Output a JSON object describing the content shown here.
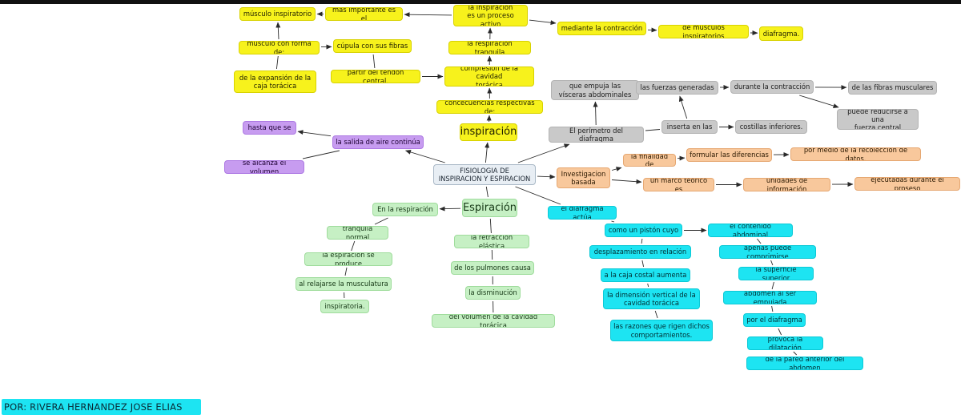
{
  "author": "POR: RIVERA HERNANDEZ JOSE ELIAS",
  "colors": {
    "yellow": "#f7f21c",
    "gray": "#c9c9c9",
    "orange": "#f8c89c",
    "purple": "#c79cf0",
    "green": "#c6f0c4",
    "cyan": "#1de4f2",
    "center": "#e8eef4",
    "connector": "#2a2a2a"
  },
  "nodes": [
    {
      "id": "center",
      "text": "FISIOLOGIA DE\nINSPIRACION Y ESPIRACION",
      "color": "center"
    },
    {
      "id": "insp",
      "text": "inspiración",
      "color": "yellow"
    },
    {
      "id": "conse",
      "text": "concecuencias respectivas de:",
      "color": "yellow"
    },
    {
      "id": "compre",
      "text": "compresión de la cavidad\ntorácica",
      "color": "yellow"
    },
    {
      "id": "tranq",
      "text": "la respiración tranquila",
      "color": "yellow"
    },
    {
      "id": "proceso",
      "text": "la inspiración\nes un proceso activo",
      "color": "yellow"
    },
    {
      "id": "masimp",
      "text": "más importante es el",
      "color": "yellow"
    },
    {
      "id": "muscinsp",
      "text": "músculo inspiratorio",
      "color": "yellow"
    },
    {
      "id": "forma",
      "text": "musculo con forma de:",
      "color": "yellow"
    },
    {
      "id": "expan",
      "text": "de la expansión de la\ncaja torácica",
      "color": "yellow"
    },
    {
      "id": "cupula",
      "text": "cúpula con sus fibras",
      "color": "yellow"
    },
    {
      "id": "tendon",
      "text": "partir del tendón central.",
      "color": "yellow"
    },
    {
      "id": "mediante",
      "text": "mediante la contracción",
      "color": "yellow"
    },
    {
      "id": "musinsps",
      "text": "de músculos inspiratorios",
      "color": "yellow"
    },
    {
      "id": "diaf",
      "text": "diafragma.",
      "color": "yellow"
    },
    {
      "id": "perim",
      "text": "El perímetro del diafragma",
      "color": "gray"
    },
    {
      "id": "empuja",
      "text": "que empuja las\nvísceras abdominales",
      "color": "gray"
    },
    {
      "id": "inserta",
      "text": "inserta en las",
      "color": "gray"
    },
    {
      "id": "costillas",
      "text": "costillas inferiores.",
      "color": "gray"
    },
    {
      "id": "fuerzas",
      "text": "las fuerzas generadas",
      "color": "gray"
    },
    {
      "id": "durante",
      "text": "durante la contracción",
      "color": "gray"
    },
    {
      "id": "fibras",
      "text": "de las fibras musculares",
      "color": "gray"
    },
    {
      "id": "reducir",
      "text": "puede reducirse a una\nfuerza central",
      "color": "gray"
    },
    {
      "id": "invest",
      "text": "Investigacion\nbasada",
      "color": "orange"
    },
    {
      "id": "finalidad",
      "text": "la finalidad de",
      "color": "orange"
    },
    {
      "id": "formular",
      "text": "formular las diferencias",
      "color": "orange"
    },
    {
      "id": "recoleccion",
      "text": "por medio de la recolección de datos.",
      "color": "orange"
    },
    {
      "id": "marco",
      "text": "un marco teorico es",
      "color": "orange"
    },
    {
      "id": "unidades",
      "text": "unidades de información",
      "color": "orange"
    },
    {
      "id": "ejecutadas",
      "text": "ejecutadas durante el proseso",
      "color": "orange"
    },
    {
      "id": "salida",
      "text": "la salida de aire continúa",
      "color": "purple"
    },
    {
      "id": "hasta",
      "text": "hasta que se",
      "color": "purple"
    },
    {
      "id": "alcanza",
      "text": "se alcanza el volumen",
      "color": "purple"
    },
    {
      "id": "esp",
      "text": "Espiración",
      "color": "green"
    },
    {
      "id": "enresp",
      "text": "En la respiración",
      "color": "green"
    },
    {
      "id": "tnormal",
      "text": "tranquila normal",
      "color": "green"
    },
    {
      "id": "produce",
      "text": "la espiración se produce",
      "color": "green"
    },
    {
      "id": "relajarse",
      "text": "al relajarse la musculatura",
      "color": "green"
    },
    {
      "id": "inspiratoria",
      "text": "inspiratoria.",
      "color": "green"
    },
    {
      "id": "retraccion",
      "text": "la retracción elástica",
      "color": "green"
    },
    {
      "id": "pulmones",
      "text": "de los pulmones causa",
      "color": "green"
    },
    {
      "id": "disminucion",
      "text": "la disminución",
      "color": "green"
    },
    {
      "id": "volcav",
      "text": "del volumen de la cavidad torácica",
      "color": "green"
    },
    {
      "id": "actua",
      "text": "el diafragma actúa",
      "color": "cyan"
    },
    {
      "id": "piston",
      "text": "como un pistón cuyo",
      "color": "cyan"
    },
    {
      "id": "desplaz",
      "text": "desplazamiento en relación",
      "color": "cyan"
    },
    {
      "id": "cajacostal",
      "text": "a la caja costal aumenta",
      "color": "cyan"
    },
    {
      "id": "dimension",
      "text": "la dimensión vertical de la\ncavidad torácica",
      "color": "cyan"
    },
    {
      "id": "razones",
      "text": "las razones que rigen dichos\ncomportamientos.",
      "color": "cyan"
    },
    {
      "id": "contenido",
      "text": "el contenido abdominal",
      "color": "cyan"
    },
    {
      "id": "apenas",
      "text": "apenas puede comprimirse",
      "color": "cyan"
    },
    {
      "id": "superficie",
      "text": "la superficie superior",
      "color": "cyan"
    },
    {
      "id": "abdomen",
      "text": "abdomen al ser empujada",
      "color": "cyan"
    },
    {
      "id": "pordiaf",
      "text": "por el diafragma",
      "color": "cyan"
    },
    {
      "id": "provoca",
      "text": "provoca la dilatación",
      "color": "cyan"
    },
    {
      "id": "pared",
      "text": "de la pared anterior del abdomen",
      "color": "cyan"
    }
  ],
  "edges": [
    {
      "from": "center",
      "to": "insp",
      "arrow": true
    },
    {
      "from": "insp",
      "to": "conse",
      "arrow": true
    },
    {
      "from": "conse",
      "to": "compre",
      "arrow": true
    },
    {
      "from": "compre",
      "to": "tranq",
      "arrow": true
    },
    {
      "from": "tranq",
      "to": "proceso",
      "arrow": true
    },
    {
      "from": "proceso",
      "to": "masimp",
      "arrow": true
    },
    {
      "from": "masimp",
      "to": "muscinsp",
      "arrow": true
    },
    {
      "from": "forma",
      "to": "muscinsp",
      "arrow": true
    },
    {
      "from": "expan",
      "to": "forma",
      "arrow": false
    },
    {
      "from": "forma",
      "to": "cupula",
      "arrow": true
    },
    {
      "from": "cupula",
      "to": "tendon",
      "arrow": false
    },
    {
      "from": "tendon",
      "to": "compre",
      "arrow": true
    },
    {
      "from": "proceso",
      "to": "mediante",
      "arrow": true
    },
    {
      "from": "mediante",
      "to": "musinsps",
      "arrow": true
    },
    {
      "from": "musinsps",
      "to": "diaf",
      "arrow": true
    },
    {
      "from": "center",
      "to": "perim",
      "arrow": true
    },
    {
      "from": "perim",
      "to": "empuja",
      "arrow": true
    },
    {
      "from": "perim",
      "to": "inserta",
      "arrow": false
    },
    {
      "from": "inserta",
      "to": "costillas",
      "arrow": true
    },
    {
      "from": "inserta",
      "to": "fuerzas",
      "arrow": true
    },
    {
      "from": "fuerzas",
      "to": "durante",
      "arrow": true
    },
    {
      "from": "durante",
      "to": "fibras",
      "arrow": true
    },
    {
      "from": "durante",
      "to": "reducir",
      "arrow": true
    },
    {
      "from": "center",
      "to": "invest",
      "arrow": true
    },
    {
      "from": "invest",
      "to": "finalidad",
      "arrow": true
    },
    {
      "from": "finalidad",
      "to": "formular",
      "arrow": true
    },
    {
      "from": "formular",
      "to": "recoleccion",
      "arrow": true
    },
    {
      "from": "invest",
      "to": "marco",
      "arrow": true
    },
    {
      "from": "marco",
      "to": "unidades",
      "arrow": true
    },
    {
      "from": "unidades",
      "to": "ejecutadas",
      "arrow": true
    },
    {
      "from": "center",
      "to": "salida",
      "arrow": true
    },
    {
      "from": "salida",
      "to": "hasta",
      "arrow": true
    },
    {
      "from": "salida",
      "to": "alcanza",
      "arrow": false
    },
    {
      "from": "center",
      "to": "esp",
      "arrow": false
    },
    {
      "from": "esp",
      "to": "enresp",
      "arrow": true
    },
    {
      "from": "enresp",
      "to": "tnormal",
      "arrow": false
    },
    {
      "from": "tnormal",
      "to": "produce",
      "arrow": false
    },
    {
      "from": "produce",
      "to": "relajarse",
      "arrow": false
    },
    {
      "from": "relajarse",
      "to": "inspiratoria",
      "arrow": false
    },
    {
      "from": "esp",
      "to": "retraccion",
      "arrow": false
    },
    {
      "from": "retraccion",
      "to": "pulmones",
      "arrow": false
    },
    {
      "from": "pulmones",
      "to": "disminucion",
      "arrow": false
    },
    {
      "from": "disminucion",
      "to": "volcav",
      "arrow": false
    },
    {
      "from": "center",
      "to": "actua",
      "arrow": false
    },
    {
      "from": "actua",
      "to": "piston",
      "arrow": false
    },
    {
      "from": "piston",
      "to": "desplaz",
      "arrow": false
    },
    {
      "from": "desplaz",
      "to": "cajacostal",
      "arrow": false
    },
    {
      "from": "cajacostal",
      "to": "dimension",
      "arrow": false
    },
    {
      "from": "dimension",
      "to": "razones",
      "arrow": false
    },
    {
      "from": "piston",
      "to": "contenido",
      "arrow": true
    },
    {
      "from": "contenido",
      "to": "apenas",
      "arrow": false
    },
    {
      "from": "apenas",
      "to": "superficie",
      "arrow": false
    },
    {
      "from": "superficie",
      "to": "abdomen",
      "arrow": false
    },
    {
      "from": "abdomen",
      "to": "pordiaf",
      "arrow": false
    },
    {
      "from": "pordiaf",
      "to": "provoca",
      "arrow": false
    },
    {
      "from": "provoca",
      "to": "pared",
      "arrow": false
    }
  ]
}
